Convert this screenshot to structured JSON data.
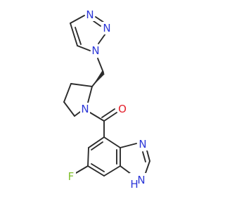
{
  "colors": {
    "background": "#ffffff",
    "bond": "#2b2b2b",
    "nitrogen": "#2c37d8",
    "oxygen": "#e4202c",
    "fluorine": "#7fbf2a"
  },
  "atoms": [
    {
      "id": "triazole-n1",
      "label": "N",
      "element": "nitrogen"
    },
    {
      "id": "triazole-n2",
      "label": "N",
      "element": "nitrogen"
    },
    {
      "id": "triazole-n3",
      "label": "N",
      "element": "nitrogen"
    },
    {
      "id": "pyrrolidine-n",
      "label": "N",
      "element": "nitrogen"
    },
    {
      "id": "carbonyl-o",
      "label": "O",
      "element": "oxygen"
    },
    {
      "id": "imidazole-n",
      "label": "N",
      "element": "nitrogen"
    },
    {
      "id": "imidazole-nh",
      "label": "N",
      "element": "nitrogen"
    },
    {
      "id": "imidazole-h",
      "label": "H",
      "element": "nitrogen"
    },
    {
      "id": "fluorine",
      "label": "F",
      "element": "fluorine"
    }
  ]
}
